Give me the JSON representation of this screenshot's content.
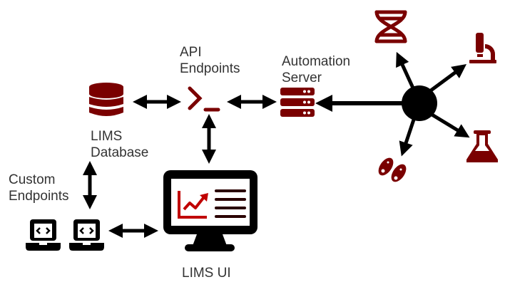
{
  "colors": {
    "accent": "#7a0000",
    "chart_red": "#c00000",
    "list_dark": "#2a0000",
    "arrow": "#000000",
    "text": "#333333"
  },
  "nodes": {
    "lims_database": {
      "line1": "LIMS",
      "line2": "Database",
      "icon": "database-icon"
    },
    "api_endpoints": {
      "line1": "API",
      "line2": "Endpoints",
      "icon": "terminal-icon"
    },
    "automation_server": {
      "line1": "Automation",
      "line2": "Server",
      "icon": "server-icon"
    },
    "custom_endpoints": {
      "line1": "Custom",
      "line2": "Endpoints",
      "icon": "laptop-code-icon"
    },
    "lims_ui": {
      "label": "LIMS UI",
      "icon": "monitor-chart-icon"
    },
    "hub": {
      "icon": "hub-circle"
    },
    "instruments": [
      "dna-icon",
      "microscope-icon",
      "flask-icon",
      "bacteria-icon"
    ]
  }
}
